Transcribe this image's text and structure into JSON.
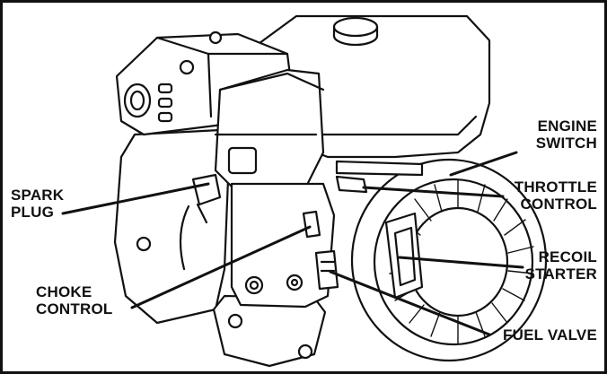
{
  "labels": {
    "engine_switch": "ENGINE\nSWITCH",
    "throttle_control": "THROTTLE\nCONTROL",
    "spark_plug": "SPARK\nPLUG",
    "recoil_starter": "RECOIL\nSTARTER",
    "choke_control": "CHOKE\nCONTROL",
    "fuel_valve": "FUEL VALVE"
  }
}
